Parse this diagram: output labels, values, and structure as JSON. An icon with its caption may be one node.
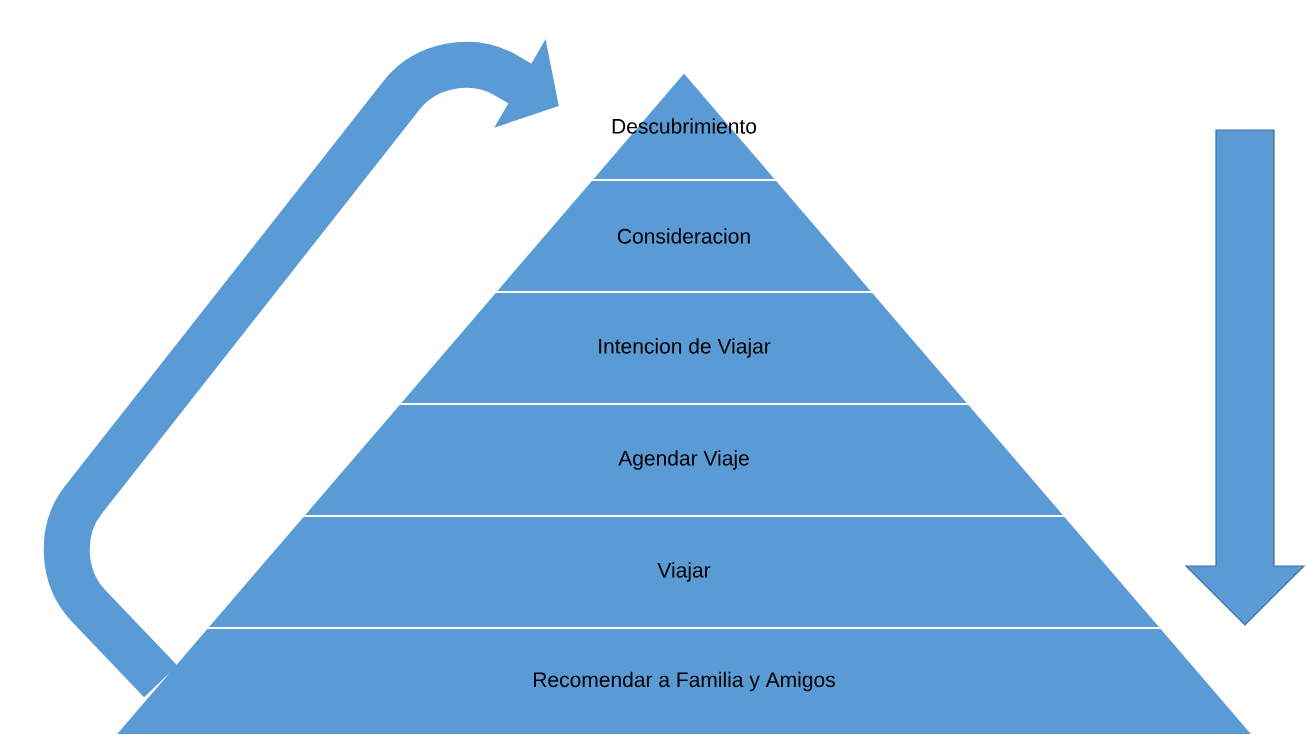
{
  "diagram": {
    "nodes": [
      {
        "text": [
          "Descubrimiento"
        ]
      },
      {
        "text": [
          "Consideracion"
        ]
      },
      {
        "text": [
          "Intencion de Viajar"
        ]
      },
      {
        "text": [
          "Agendar Viaje"
        ]
      },
      {
        "text": [
          "Viajar"
        ]
      },
      {
        "text": [
          "Recomendar a Familia y Amigos"
        ]
      }
    ],
    "edges": [
      {
        "from": 5,
        "to": 0,
        "arrow": "to"
      }
    ]
  }
}
